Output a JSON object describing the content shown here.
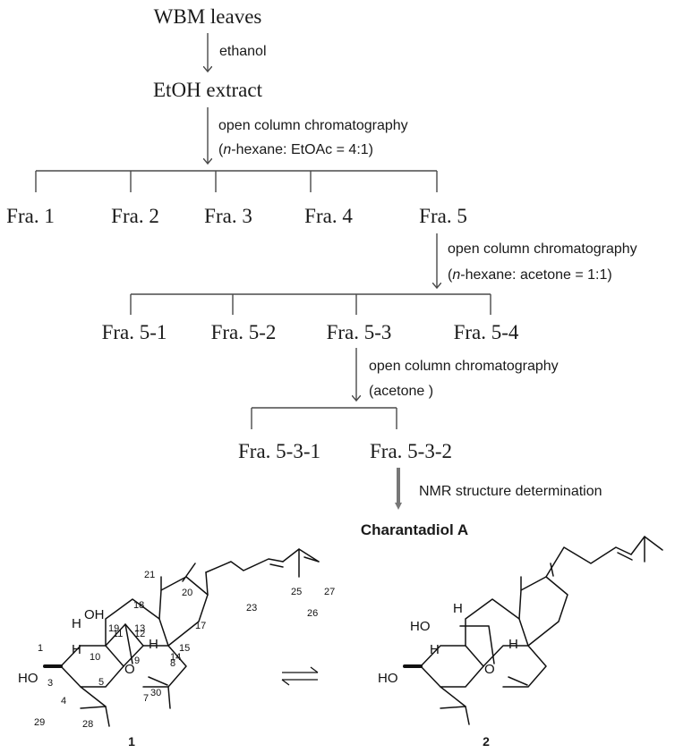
{
  "flow": {
    "start": "WBM leaves",
    "step1": "ethanol",
    "extract": "EtOH extract",
    "step2_line1": "open column chromatography",
    "step2_italic": "n",
    "step2_line2": "-hexane:  EtOAc = 4:1)",
    "fractions": [
      "Fra. 1",
      "Fra. 2",
      "Fra. 3",
      "Fra. 4",
      "Fra. 5"
    ],
    "step3_line1": "open column chromatography",
    "step3_italic": "n",
    "step3_line2": "-hexane:  acetone = 1:1)",
    "fractions5": [
      "Fra. 5-1",
      "Fra. 5-2",
      "Fra. 5-3",
      "Fra. 5-4"
    ],
    "step4_line1": "open column chromatography",
    "step4_line2": "(acetone )",
    "fractions53": [
      "Fra. 5-3-1",
      "Fra. 5-3-2"
    ],
    "step5": "NMR structure determination",
    "product": "Charantadiol A"
  },
  "structures": {
    "compound1": "1",
    "compound2": "2",
    "atoms": {
      "oh": "OH",
      "h": "H",
      "o": "O",
      "ho": "HO"
    },
    "numbers": [
      "21",
      "20",
      "25",
      "27",
      "23",
      "26",
      "18",
      "17",
      "19",
      "11",
      "12",
      "13",
      "1",
      "10",
      "9",
      "14",
      "15",
      "3",
      "5",
      "8",
      "7",
      "30",
      "4",
      "29",
      "28"
    ]
  }
}
